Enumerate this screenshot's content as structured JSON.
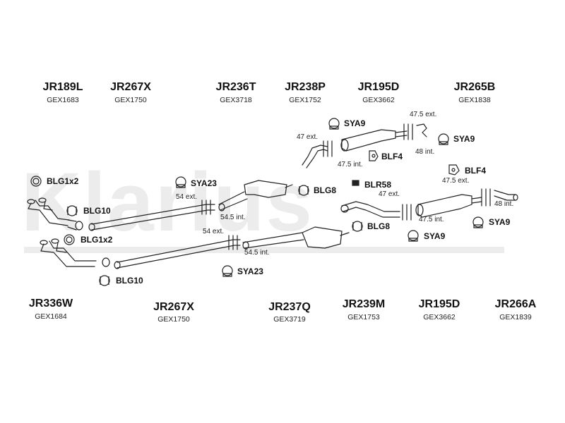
{
  "watermark": "Klarius",
  "top_parts": [
    {
      "code": "JR189L",
      "ref": "GEX1683"
    },
    {
      "code": "JR267X",
      "ref": "GEX1750"
    },
    {
      "code": "JR236T",
      "ref": "GEX3718"
    },
    {
      "code": "JR238P",
      "ref": "GEX1752"
    },
    {
      "code": "JR195D",
      "ref": "GEX3662"
    },
    {
      "code": "JR265B",
      "ref": "GEX1838"
    }
  ],
  "bottom_parts": [
    {
      "code": "JR336W",
      "ref": "GEX1684"
    },
    {
      "code": "JR267X",
      "ref": "GEX1750"
    },
    {
      "code": "JR237Q",
      "ref": "GEX3719"
    },
    {
      "code": "JR239M",
      "ref": "GEX1753"
    },
    {
      "code": "JR195D",
      "ref": "GEX3662"
    },
    {
      "code": "JR266A",
      "ref": "GEX1839"
    }
  ],
  "fittings": [
    {
      "label": "BLG1x2",
      "icon": "gasket-ring-icon"
    },
    {
      "label": "BLG10",
      "icon": "clamp-icon"
    },
    {
      "label": "BLG1x2",
      "icon": "gasket-ring-icon"
    },
    {
      "label": "BLG10",
      "icon": "clamp-icon"
    },
    {
      "label": "SYA23",
      "icon": "rubber-mount-icon"
    },
    {
      "label": "SYA23",
      "icon": "rubber-mount-icon"
    },
    {
      "label": "BLG8",
      "icon": "clamp-icon"
    },
    {
      "label": "BLG8",
      "icon": "clamp-icon"
    },
    {
      "label": "SYA9",
      "icon": "rubber-mount-icon"
    },
    {
      "label": "SYA9",
      "icon": "rubber-mount-icon"
    },
    {
      "label": "SYA9",
      "icon": "rubber-mount-icon"
    },
    {
      "label": "SYA9",
      "icon": "rubber-mount-icon"
    },
    {
      "label": "BLF4",
      "icon": "bracket-icon"
    },
    {
      "label": "BLF4",
      "icon": "bracket-icon"
    },
    {
      "label": "BLR58",
      "icon": "rubber-block-icon"
    }
  ],
  "dimensions": [
    "54 ext.",
    "54.5 int.",
    "54 ext.",
    "54.5 int.",
    "47 ext.",
    "47.5 int.",
    "47.5 ext.",
    "48 int.",
    "47 ext.",
    "47.5 int.",
    "47.5 ext.",
    "48 int."
  ]
}
